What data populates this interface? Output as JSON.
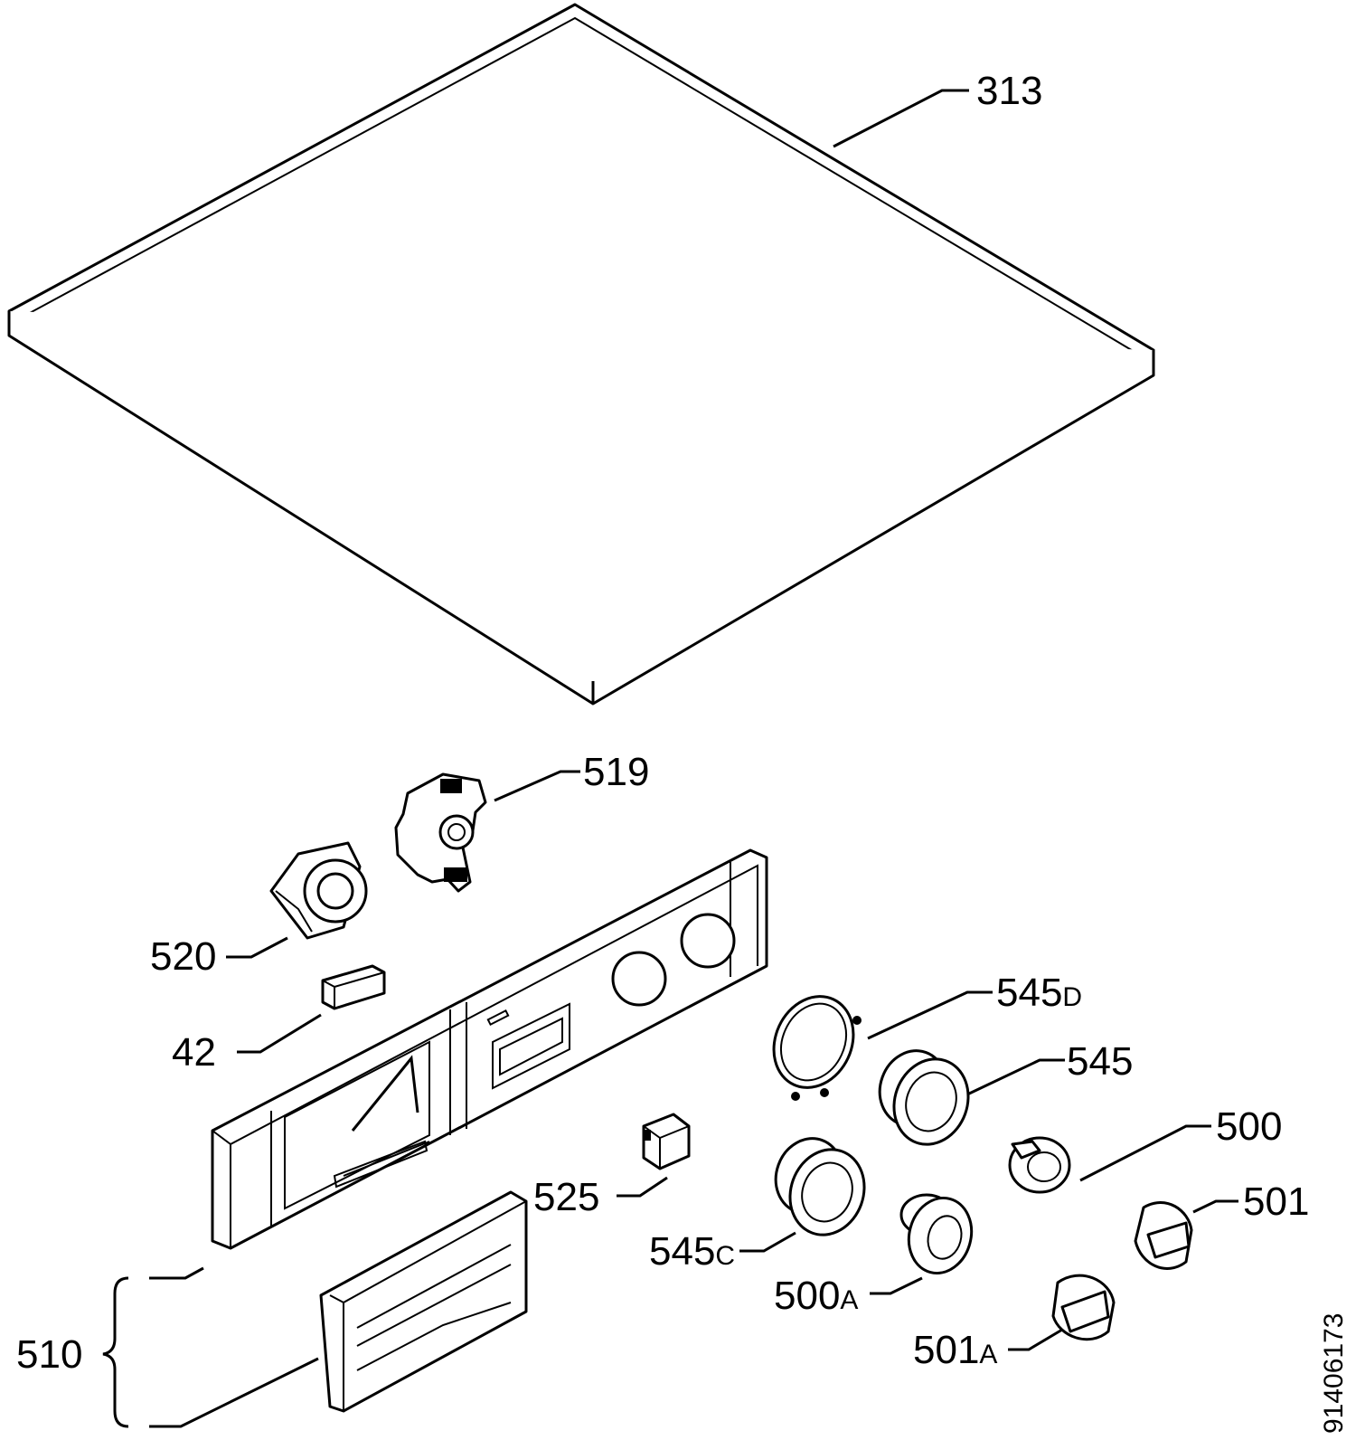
{
  "labels": {
    "p313": "313",
    "p519": "519",
    "p520": "520",
    "p42": "42",
    "p545d_num": "545",
    "p545d_suf": "D",
    "p545": "545",
    "p500": "500",
    "p501": "501",
    "p525": "525",
    "p545c_num": "545",
    "p545c_suf": "C",
    "p500a_num": "500",
    "p500a_suf": "A",
    "p501a_num": "501",
    "p501a_suf": "A",
    "p510": "510"
  },
  "drawing_number": "91406173"
}
